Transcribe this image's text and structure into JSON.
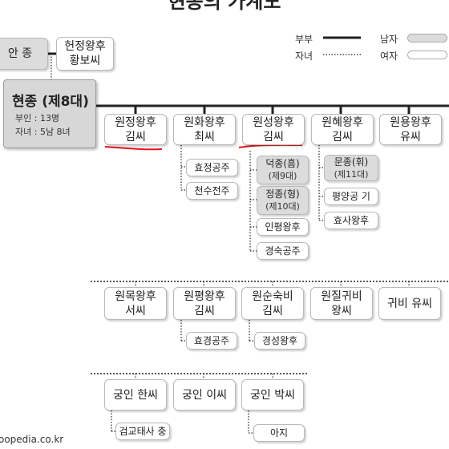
{
  "title": "현종의 가계도",
  "legend": {
    "spouse": "부부",
    "child": "자녀",
    "male": "남자",
    "female": "여자"
  },
  "colors": {
    "male_fill": "#dcdcdc",
    "female_fill": "#ffffff",
    "annotation": "#e8141e"
  },
  "king": {
    "name": "현종 (제8대)",
    "consorts": "부인 : 13명",
    "children": "자녀 : 5남 8녀"
  },
  "parents": {
    "left": "안 종",
    "right_line1": "헌정왕후",
    "right_line2": "황보씨"
  },
  "row1": [
    {
      "line1": "원정왕후",
      "line2": "김씨"
    },
    {
      "line1": "원화왕후",
      "line2": "최씨"
    },
    {
      "line1": "원성왕후",
      "line2": "김씨"
    },
    {
      "line1": "원혜왕후",
      "line2": "김씨"
    },
    {
      "line1": "원용왕후",
      "line2": "유씨"
    }
  ],
  "children_wonhwa": [
    "효정공주",
    "천수전주"
  ],
  "children_wonseong": [
    {
      "line1": "덕종(흠)",
      "line2": "(제9대)"
    },
    {
      "line1": "정종(형)",
      "line2": "(제10대)"
    },
    {
      "line1": "인평왕후"
    },
    {
      "line1": "경숙공주"
    }
  ],
  "children_wonhye": [
    {
      "line1": "문종(휘)",
      "line2": "(제11대)"
    },
    {
      "line1": "평양공 기"
    },
    {
      "line1": "효사왕후"
    }
  ],
  "row2": [
    {
      "line1": "원목왕후",
      "line2": "서씨"
    },
    {
      "line1": "원평왕후",
      "line2": "김씨"
    },
    {
      "line1": "원순숙비",
      "line2": "김씨"
    },
    {
      "line1": "원질귀비",
      "line2": "왕씨"
    },
    {
      "line1": "귀비 유씨"
    }
  ],
  "children_row2_b": [
    "효경공주"
  ],
  "children_row2_c": [
    "경성왕후"
  ],
  "row3": [
    {
      "line1": "궁인 한씨"
    },
    {
      "line1": "궁인 이씨"
    },
    {
      "line1": "궁인 박씨"
    }
  ],
  "children_row3_a": [
    "검교태사 충"
  ],
  "children_row3_c": [
    "아지"
  ],
  "credit": "oopedia.co.kr"
}
